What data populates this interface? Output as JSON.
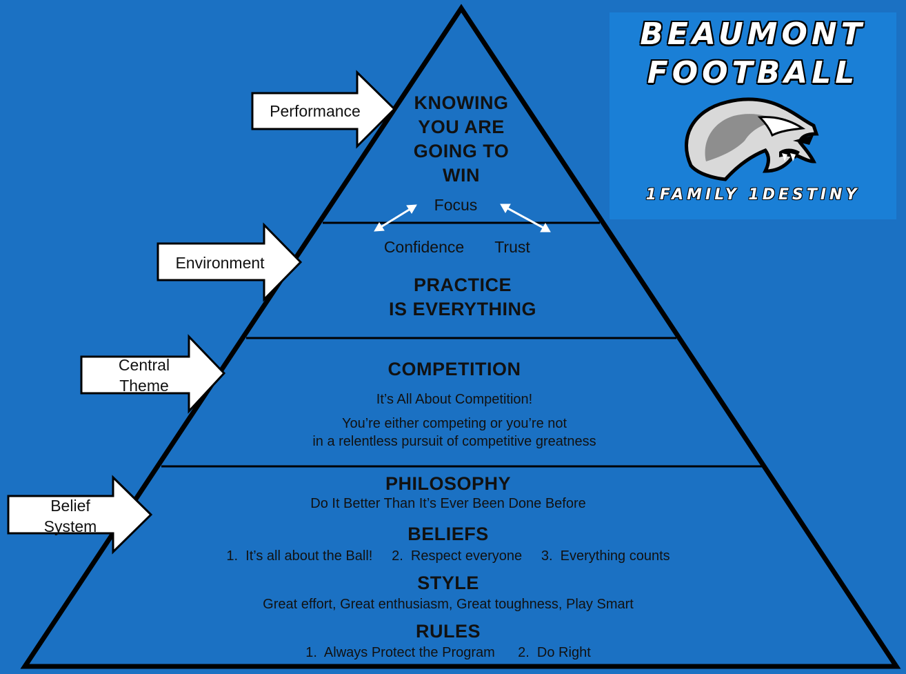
{
  "logo": {
    "line1": "BEAUMONT",
    "line2": "FOOTBALL",
    "tagline": "1FAMILY 1DESTINY",
    "mascot_icon": "cougar-head-icon"
  },
  "arrows": {
    "performance": "Performance",
    "environment": "Environment",
    "central_theme_line1": "Central",
    "central_theme_line2": "Theme",
    "belief_system_line1": "Belief",
    "belief_system_line2": "System"
  },
  "tier1": {
    "line1": "KNOWING",
    "line2": "YOU ARE",
    "line3": "GOING TO",
    "line4": "WIN",
    "focus": "Focus",
    "confidence": "Confidence",
    "trust": "Trust"
  },
  "tier2": {
    "line1": "PRACTICE",
    "line2": "IS EVERYTHING"
  },
  "tier3": {
    "heading": "COMPETITION",
    "sub1": "It’s All About Competition!",
    "sub2": "You’re either competing or you’re not",
    "sub3": "in a relentless pursuit of competitive greatness"
  },
  "tier4": {
    "philosophy_heading": "PHILOSOPHY",
    "philosophy_text": "Do It Better Than It’s Ever Been Done Before",
    "beliefs_heading": "BELIEFS",
    "beliefs_text": "1.  It’s all about the Ball!     2.  Respect everyone     3.  Everything counts",
    "style_heading": "STYLE",
    "style_text": "Great effort, Great enthusiasm, Great toughness, Play Smart",
    "rules_heading": "RULES",
    "rules_text": "1.  Always Protect the Program      2.  Do Right"
  },
  "colors": {
    "background": "#1b71c3",
    "outline": "#000000",
    "arrow_fill": "#ffffff",
    "logo_panel": "#1a7fd6"
  }
}
